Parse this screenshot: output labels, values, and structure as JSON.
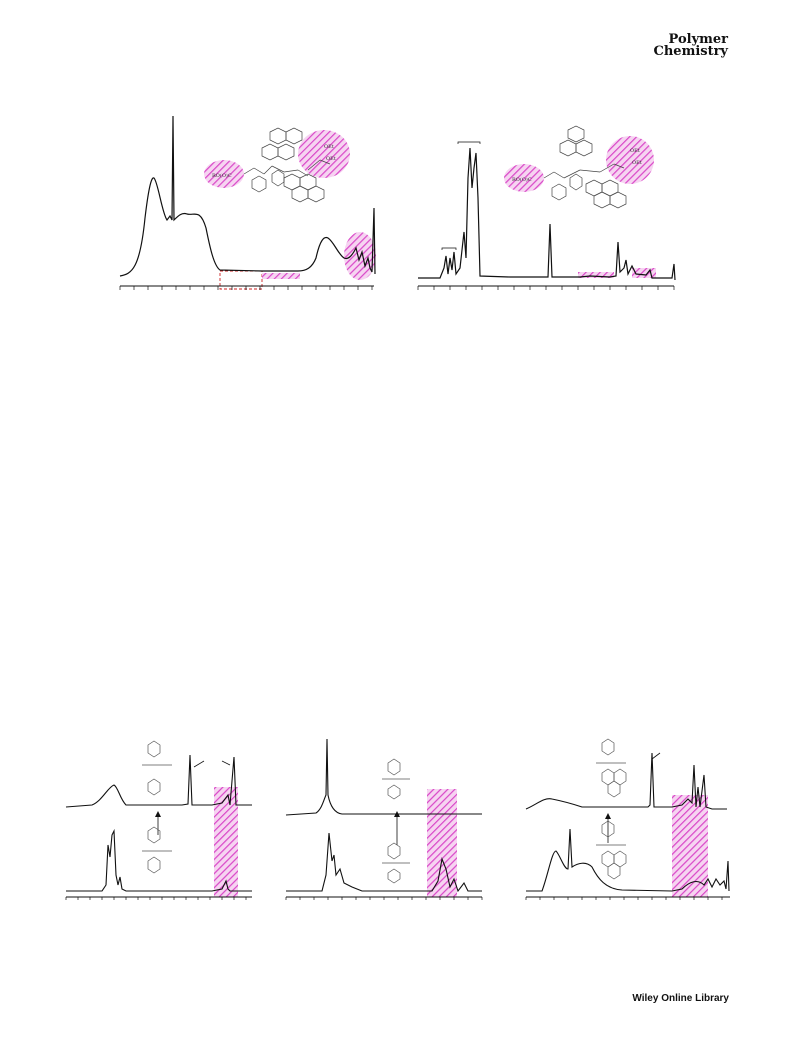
{
  "header": {
    "journal_line1": "Polymer",
    "journal_line2": "Chemistry"
  },
  "footer": {
    "publisher": "Wiley Online Library"
  },
  "colors": {
    "highlight": "#d946c8",
    "box": "#cc2222",
    "trace": "#111111"
  },
  "figures": {
    "top_left": {
      "structure": "pyrene-substituted polymer block",
      "end_group_label": "RO(O)C",
      "side_labels": [
        "OEt",
        "OEt"
      ]
    },
    "top_right": {
      "structure": "pyrene-substituted polymer block",
      "end_group_label": "RO(O)C",
      "side_labels": [
        "OEt",
        "OEt"
      ]
    },
    "bottom_panels": [
      "triphenylamine polymer",
      "thiophene polymer",
      "pyrene polymer"
    ]
  }
}
